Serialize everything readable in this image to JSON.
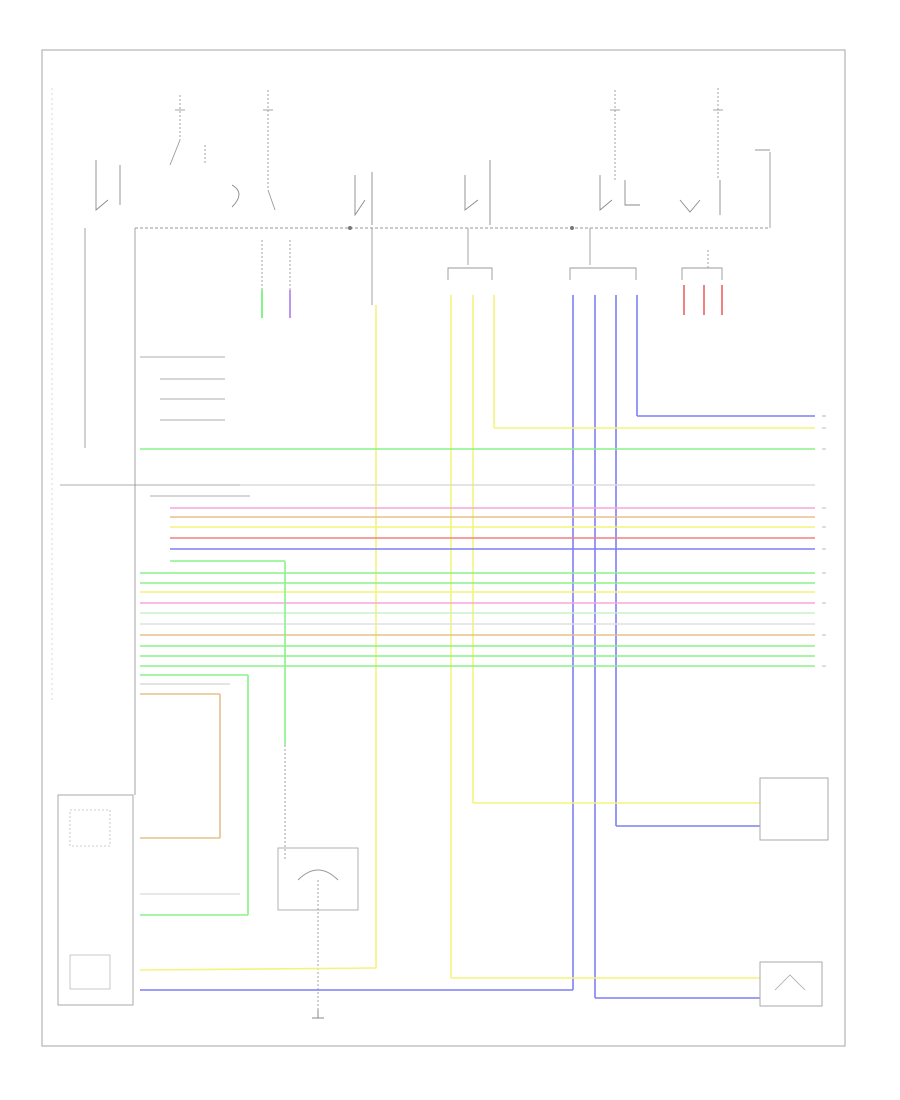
{
  "diagram": {
    "type": "wiring-schematic",
    "legible_text": "",
    "colors": {
      "frame": "#b0b0b0",
      "ground": "#909090",
      "yellow": "#f4f47c",
      "blue": "#7f7ff5",
      "green": "#88f488",
      "red": "#f28080",
      "pink": "#f7a6d8",
      "violet": "#b898f0",
      "orange": "#e5c08a",
      "light_green": "#c8f0c8",
      "white": "#f3f3f3"
    },
    "fuse_boxes": [
      "fuse-top-1",
      "fuse-top-2",
      "fuse-top-3",
      "fuse-top-4"
    ],
    "connectors": [
      "connector-left-lower-box",
      "connector-right-lower-box",
      "connector-center-transmission",
      "connector-right-mid-box"
    ]
  }
}
